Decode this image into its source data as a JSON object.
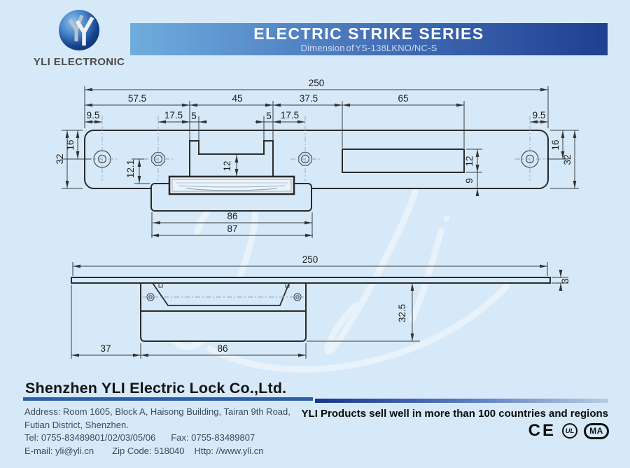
{
  "colors": {
    "background": "#d6e9f8",
    "banner_left": "#6fadde",
    "banner_right": "#1f3f90",
    "accent_bar": "#2e5fad",
    "drawing_line": "#2b2b2b"
  },
  "logo": {
    "company": "YLI ELECTRONIC"
  },
  "banner": {
    "title": "ELECTRIC STRIKE SERIES",
    "subtitle": "Dimension of YS-138LKNO/NC-S"
  },
  "drawing": {
    "top_view": {
      "dims": {
        "overall": "250",
        "seg1": "57.5",
        "seg2": "45",
        "seg3": "37.5",
        "seg4": "65",
        "edge_left": "9.5",
        "hex_to_keeper_left": "17.5",
        "lip_left": "5",
        "lip_right": "5",
        "hex_to_keeper_right": "17.5",
        "edge_right": "9.5",
        "half_height_left": "16",
        "height_left": "32",
        "half_height_right": "16",
        "height_right": "32",
        "latch_offset": "12.1",
        "keeper_depth": "12",
        "slot_height": "12",
        "slot_to_edge": "9",
        "strike_width": "86",
        "body_width": "87"
      }
    },
    "side_view": {
      "dims": {
        "overall": "250",
        "plate_thickness": "3",
        "body_depth": "32.5",
        "left_offset": "37",
        "body_width": "86"
      }
    }
  },
  "footer": {
    "company": "Shenzhen YLI Electric Lock Co.,Ltd.",
    "address_line1": "Address: Room 1605, Block A, Haisong Building, Tairan 9th Road,",
    "address_line2": "Futian District, Shenzhen.",
    "tel": "Tel: 0755-83489801/02/03/05/06",
    "fax": "Fax: 0755-83489807",
    "email": "E-mail: yli@yli.cn",
    "zip": "Zip Code: 518040",
    "web": "Http: //www.yli.cn",
    "slogan": "YLI Products sell well in more than 100 countries and regions",
    "certifications": [
      "CE",
      "UL",
      "MA"
    ]
  }
}
